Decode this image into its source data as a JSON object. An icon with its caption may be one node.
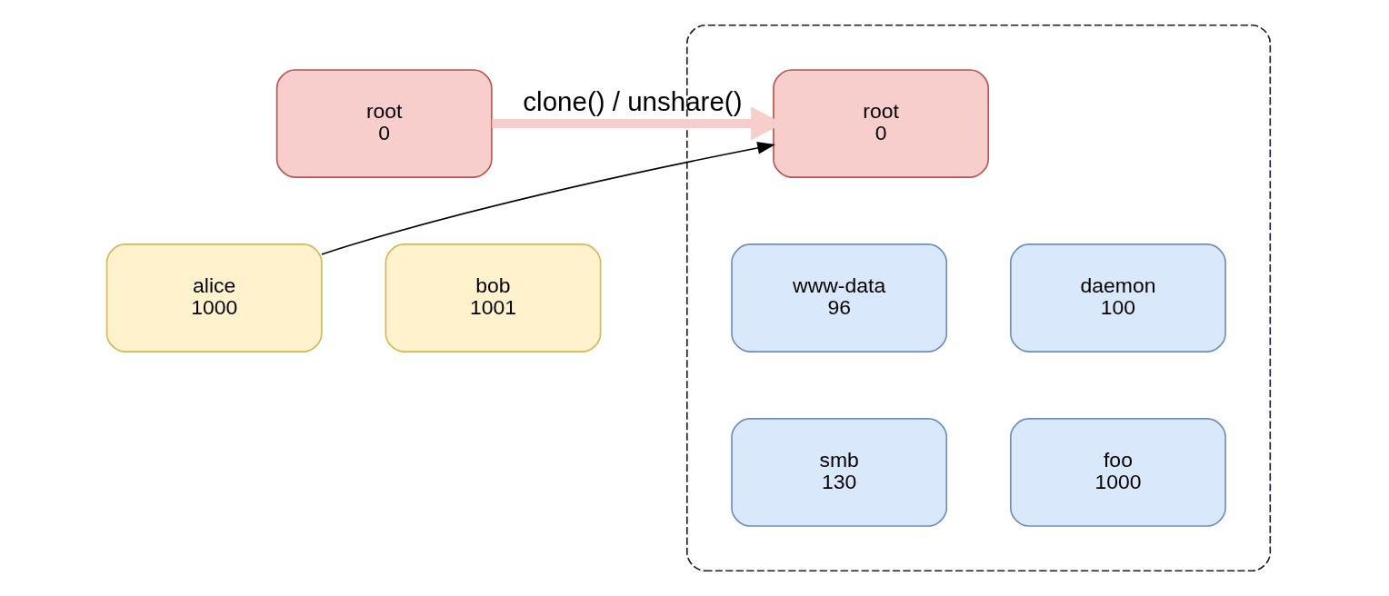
{
  "diagram": {
    "nodes": [
      {
        "text": [
          "root",
          "0"
        ]
      },
      {
        "text": [
          "alice",
          "1000"
        ]
      },
      {
        "text": [
          "bob",
          "1001"
        ]
      },
      {
        "text": [],
        "shape": "box"
      },
      {
        "text": [
          "root",
          "0"
        ],
        "in": 3
      },
      {
        "text": [
          "www-data",
          "96"
        ],
        "in": 3
      },
      {
        "text": [
          "daemon",
          "100"
        ],
        "in": 3
      },
      {
        "text": [
          "smb",
          "130"
        ],
        "in": 3
      },
      {
        "text": [
          "foo",
          "1000"
        ],
        "in": 3
      }
    ],
    "edges": [
      {
        "from": 0,
        "to": 4,
        "arrow": "to",
        "label": "clone() / unshare()",
        "style": "thick",
        "color": "#f8cecc"
      },
      {
        "from": 1,
        "to": 4,
        "arrow": "to",
        "color": "#000000"
      }
    ]
  }
}
